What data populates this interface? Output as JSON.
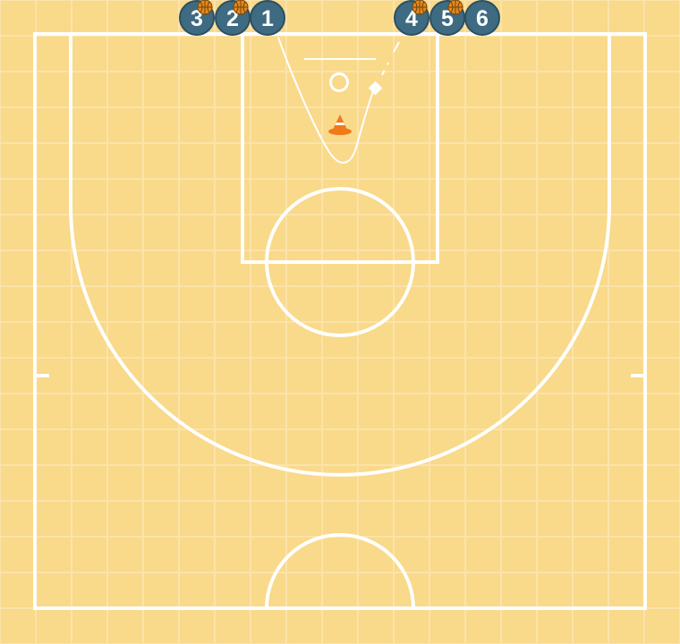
{
  "colors": {
    "court_background": "#f9d98a",
    "grid_line": "#fbe3aa",
    "court_line": "#ffffff",
    "player_fill": "#3e6b82",
    "player_stroke": "#2c4f61",
    "ball": "#e08a1e",
    "cone": "#f07a1a"
  },
  "players": [
    {
      "label": "3",
      "has_ball": true
    },
    {
      "label": "2",
      "has_ball": true
    },
    {
      "label": "1",
      "has_ball": false
    },
    {
      "label": "4",
      "has_ball": true
    },
    {
      "label": "5",
      "has_ball": true
    },
    {
      "label": "6",
      "has_ball": false
    }
  ],
  "icons": {
    "player": "player-circle-icon",
    "ball": "basketball-icon",
    "cone": "cone-icon",
    "hoop": "hoop-icon"
  }
}
